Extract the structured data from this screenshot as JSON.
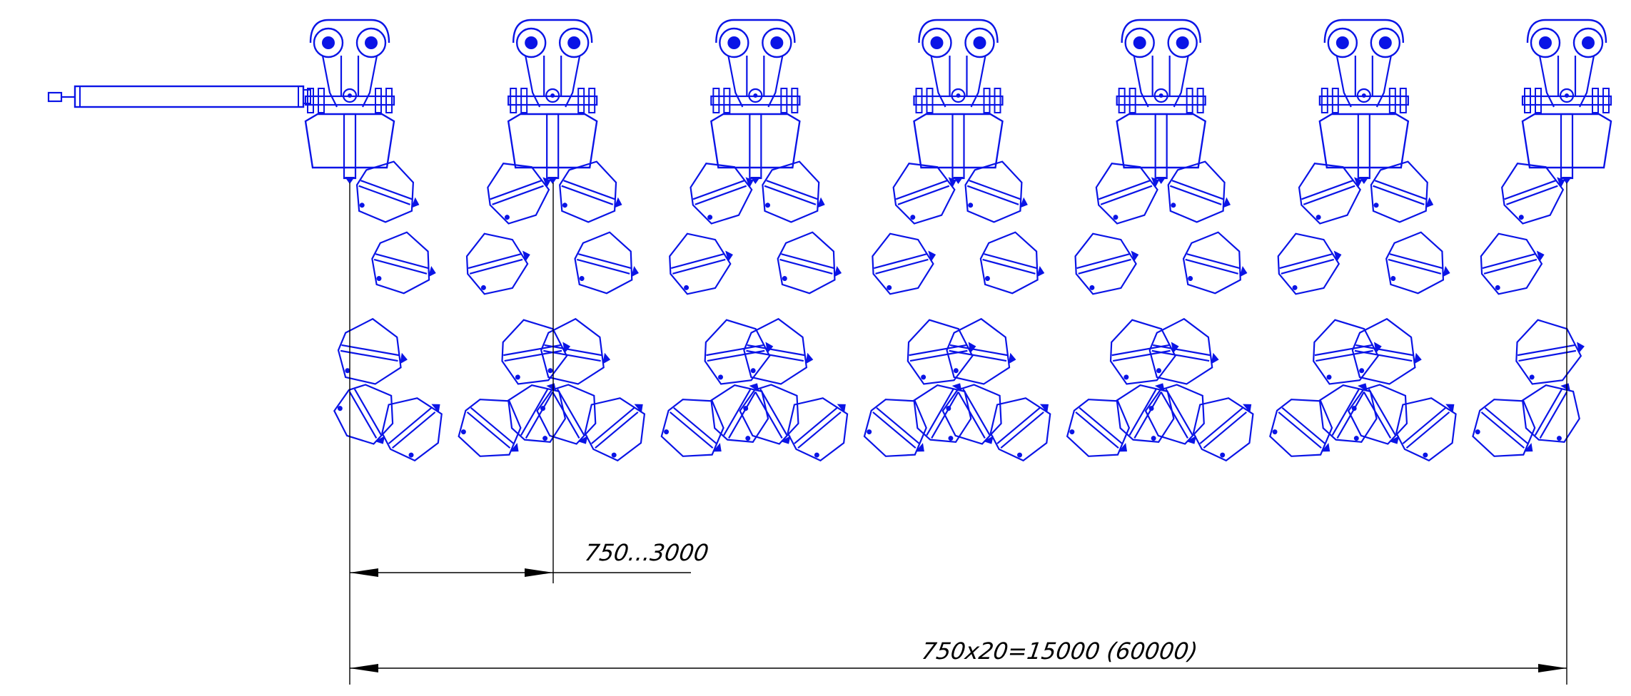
{
  "drawing": {
    "unit_count": 7,
    "line_color": "#0a14e6",
    "dimension_color": "#000000"
  },
  "dimensions": {
    "spacing_label": "750...3000",
    "total_label": "750x20=15000 (60000)"
  }
}
